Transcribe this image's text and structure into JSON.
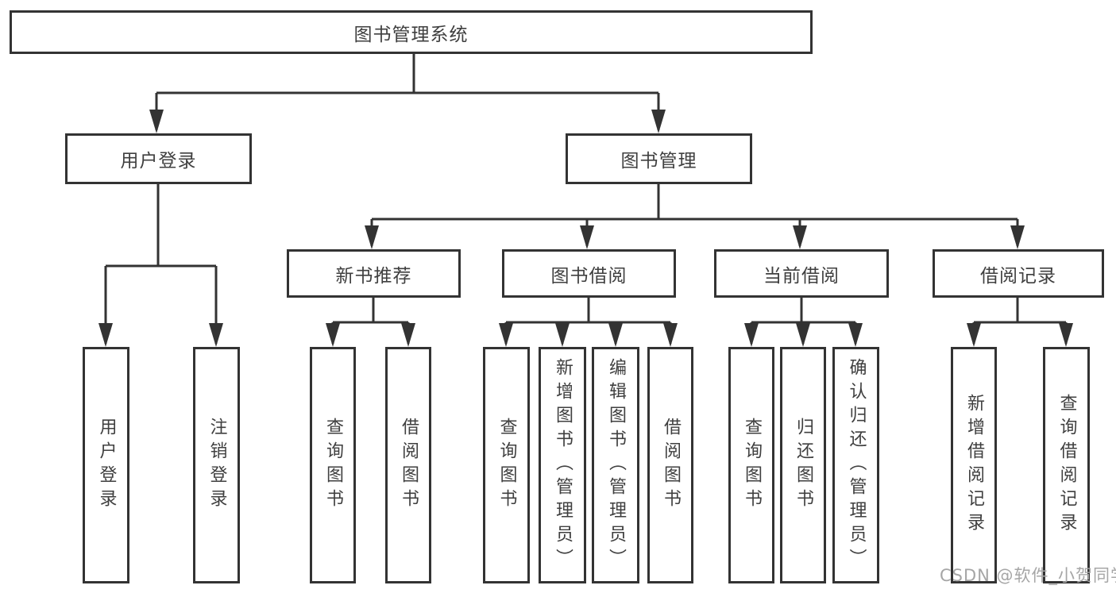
{
  "colors": {
    "bg": "#ffffff",
    "line": "#333333",
    "text": "#3f3f3f",
    "watermark": "#a6a6a6"
  },
  "tree": {
    "root": {
      "label": "图书管理系统"
    },
    "branches": [
      {
        "label": "用户登录",
        "children": [
          {
            "label": "用户登录"
          },
          {
            "label": "注销登录"
          }
        ]
      },
      {
        "label": "图书管理",
        "children": [
          {
            "label": "新书推荐",
            "children": [
              {
                "label": "查询图书"
              },
              {
                "label": "借阅图书"
              }
            ]
          },
          {
            "label": "图书借阅",
            "children": [
              {
                "label": "查询图书"
              },
              {
                "label": "新增图书（管理员）"
              },
              {
                "label": "编辑图书（管理员）"
              },
              {
                "label": "借阅图书"
              }
            ]
          },
          {
            "label": "当前借阅",
            "children": [
              {
                "label": "查询图书"
              },
              {
                "label": "归还图书"
              },
              {
                "label": "确认归还（管理员）"
              }
            ]
          },
          {
            "label": "借阅记录",
            "children": [
              {
                "label": "新增借阅记录"
              },
              {
                "label": "查询借阅记录"
              }
            ]
          }
        ]
      }
    ]
  },
  "watermark": {
    "text": "CSDN @软件_小贺同学"
  }
}
